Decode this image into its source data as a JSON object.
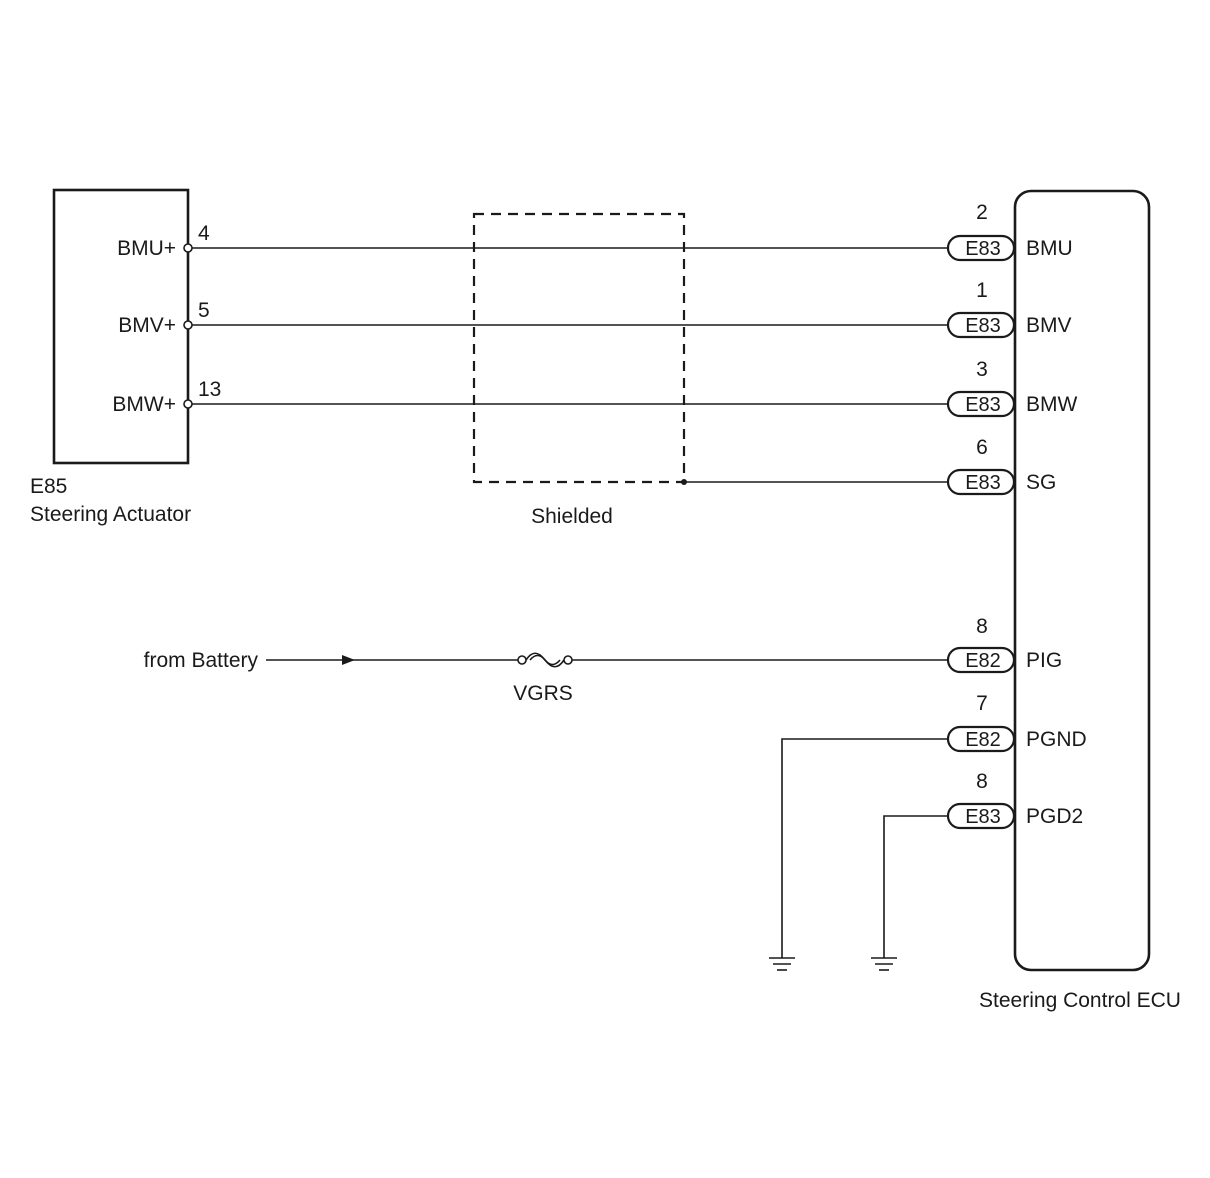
{
  "actuator": {
    "code": "E85",
    "name": "Steering Actuator",
    "pins": [
      {
        "label": "BMU+",
        "number": "4"
      },
      {
        "label": "BMV+",
        "number": "5"
      },
      {
        "label": "BMW+",
        "number": "13"
      }
    ]
  },
  "shield": {
    "label": "Shielded"
  },
  "battery": {
    "label": "from Battery",
    "fuse": "VGRS"
  },
  "ecu": {
    "name": "Steering Control ECU",
    "terminals": [
      {
        "number": "2",
        "connector": "E83",
        "label": "BMU"
      },
      {
        "number": "1",
        "connector": "E83",
        "label": "BMV"
      },
      {
        "number": "3",
        "connector": "E83",
        "label": "BMW"
      },
      {
        "number": "6",
        "connector": "E83",
        "label": "SG"
      },
      {
        "number": "8",
        "connector": "E82",
        "label": "PIG"
      },
      {
        "number": "7",
        "connector": "E82",
        "label": "PGND"
      },
      {
        "number": "8",
        "connector": "E83",
        "label": "PGD2"
      }
    ]
  }
}
